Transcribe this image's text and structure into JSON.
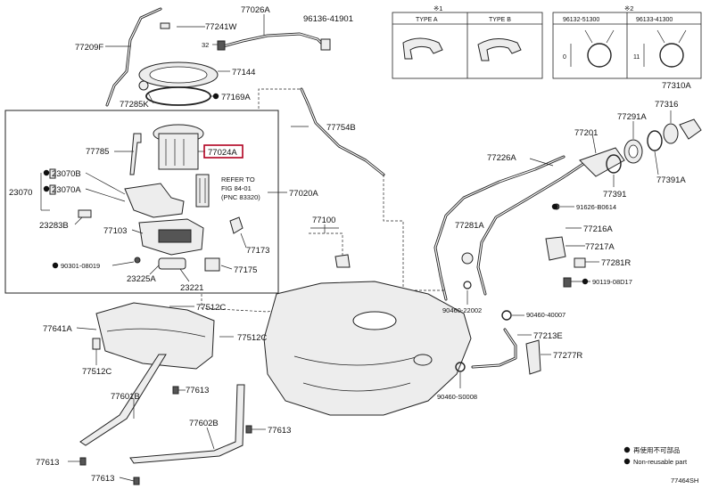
{
  "labels": {
    "p77209F": "77209F",
    "p77241W": "77241W",
    "p77026A": "77026A",
    "p96136": "96136-41901",
    "p32": "32",
    "p77144": "77144",
    "p77285K": "77285K",
    "p77169A": "77169A",
    "p77754B": "77754B",
    "p77785": "77785",
    "p77024A": "77024A",
    "p23070B": "23070B",
    "p23070": "23070",
    "p23070A": "23070A",
    "refer1": "REFER TO",
    "refer2": "FIG 84-01",
    "refer3": "(PNC 83320)",
    "p77020A": "77020A",
    "p23283B": "23283B",
    "p77103": "77103",
    "p77173": "77173",
    "p90301": "90301-08019",
    "p77175": "77175",
    "p23225A": "23225A",
    "p23221": "23221",
    "p77100": "77100",
    "p77226A": "77226A",
    "p77201": "77201",
    "p77291A": "77291A",
    "p77310A": "77310A",
    "p77316": "77316",
    "p77391": "77391",
    "p77391A": "77391A",
    "p91626": "91626-B0614",
    "p77281A": "77281A",
    "p77216A": "77216A",
    "p77217A": "77217A",
    "p77281R": "77281R",
    "p90119": "90119-08D17",
    "p90460_22002": "90460-22002",
    "p90460_40007": "90460-40007",
    "p77213E": "77213E",
    "p77277R": "77277R",
    "p90460_S0008": "90460-S0008",
    "p77512C_1": "77512C",
    "p77641A": "77641A",
    "p77512C_2": "77512C",
    "p77512C_3": "77512C",
    "p77613_1": "77613",
    "p77601B": "77601B",
    "p77602B": "77602B",
    "p77613_2": "77613",
    "p77613_3": "77613",
    "p77613_4": "77613"
  },
  "note_table_1": {
    "marker": "※1",
    "type_a": "TYPE A",
    "type_b": "TYPE B"
  },
  "note_table_2": {
    "marker": "※2",
    "col1": "96132-51300",
    "col2": "96133-41300",
    "dim1": "0",
    "dim2": "11"
  },
  "legend": {
    "line1": "再使用不可部品",
    "line2": "Non-reusable part"
  },
  "figure_code": "77464SH",
  "colors": {
    "highlight": "#b00020",
    "line": "#222222"
  }
}
